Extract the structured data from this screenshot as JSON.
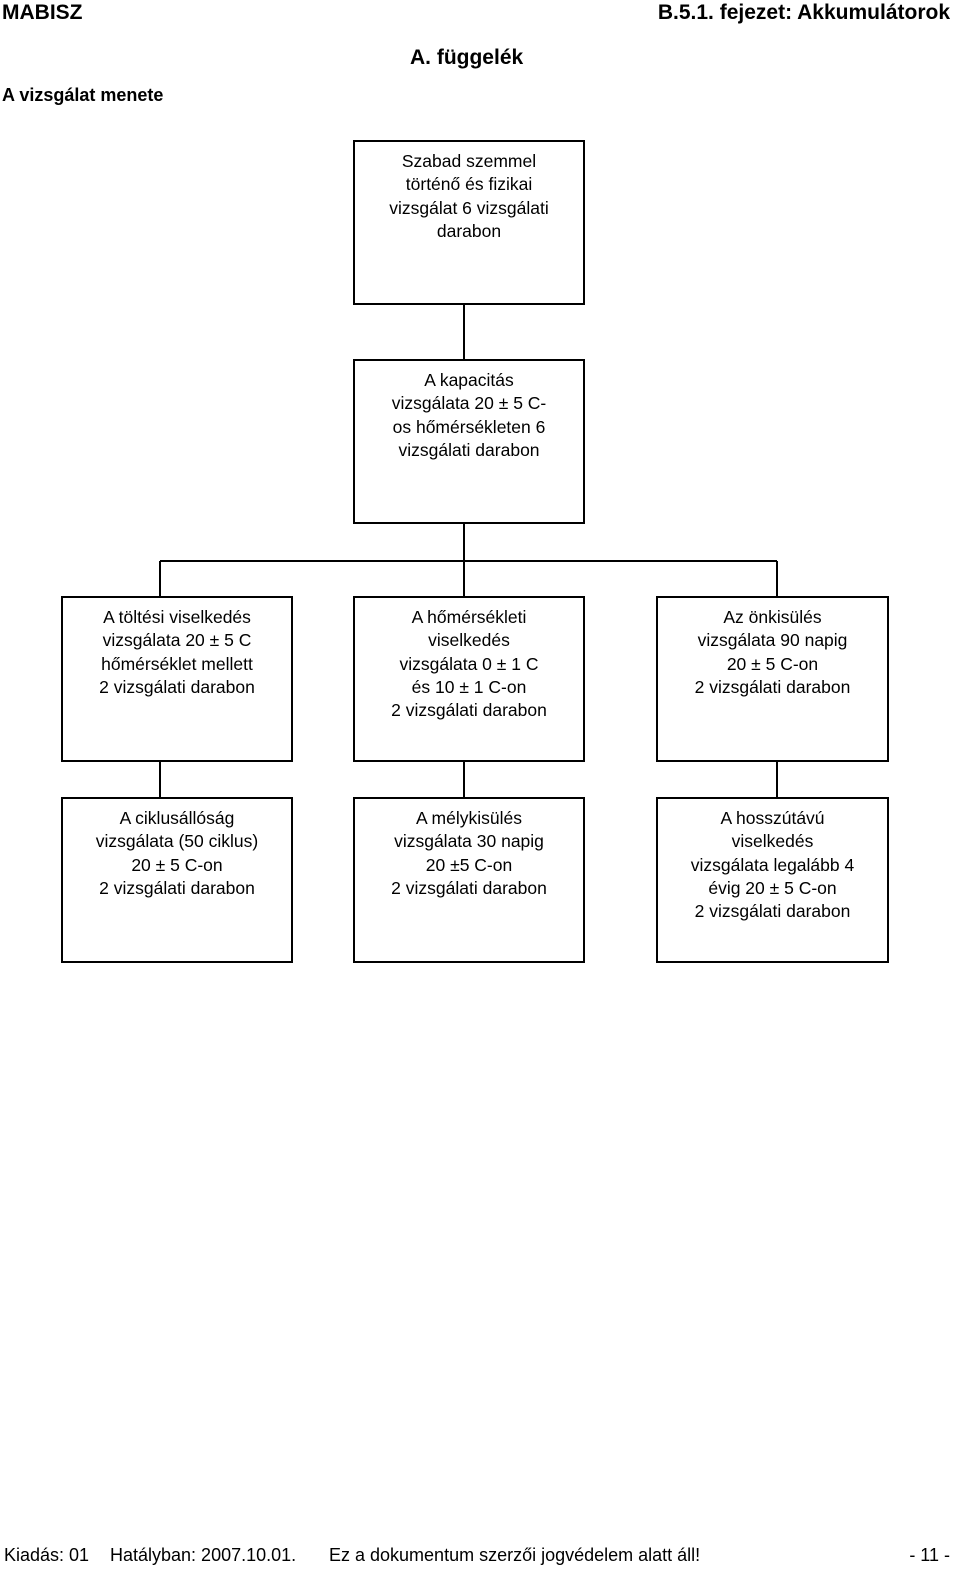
{
  "header": {
    "left": "MABISZ",
    "right": "B.5.1. fejezet: Akkumulátorok"
  },
  "appendix_title": "A. függelék",
  "subtitle": "A vizsgálat menete",
  "flow": {
    "top": [
      "Szabad szemmel",
      "történő és fizikai",
      "vizsgálat 6 vizsgálati",
      "darabon"
    ],
    "capacity": [
      "A kapacitás",
      "vizsgálata 20 ± 5 C-",
      "os hőmérsékleten 6",
      "vizsgálati darabon"
    ],
    "row1": [
      [
        "A töltési viselkedés",
        "vizsgálata 20 ± 5 C",
        "hőmérséklet mellett",
        "2 vizsgálati darabon"
      ],
      [
        "A hőmérsékleti",
        "viselkedés",
        "vizsgálata 0 ± 1 C",
        "és 10 ± 1 C-on",
        "2 vizsgálati darabon"
      ],
      [
        "Az önkisülés",
        "vizsgálata 90 napig",
        "20 ± 5 C-on",
        "2 vizsgálati darabon"
      ]
    ],
    "row2": [
      [
        "A ciklusállóság",
        "vizsgálata (50 ciklus)",
        "20 ± 5 C-on",
        "2 vizsgálati darabon"
      ],
      [
        "A mélykisülés",
        "vizsgálata 30 napig",
        "20 ±5 C-on",
        "2 vizsgálati darabon"
      ],
      [
        "A hosszútávú",
        "viselkedés",
        "vizsgálata legalább 4",
        "évig 20 ± 5 C-on",
        "2 vizsgálati darabon"
      ]
    ]
  },
  "footer": {
    "issue": "Kiadás: 01",
    "effective": "Hatályban: 2007.10.01.",
    "copyright": "Ez a dokumentum szerzői jogvédelem alatt áll!",
    "page": "- 11 -"
  }
}
